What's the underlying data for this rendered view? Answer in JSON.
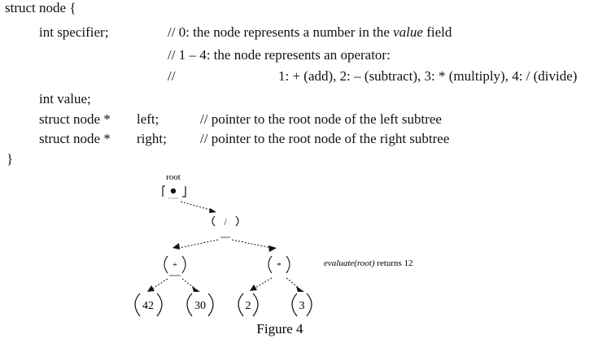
{
  "code": {
    "line_struct_open": "struct node {",
    "specifier_decl": "int   specifier;",
    "comment_1_prefix": "// 0:  the node represents a number in the ",
    "comment_1_italic": "value",
    "comment_1_suffix": " field",
    "comment_2": "// 1  –  4:  the node represents an operator:",
    "comment_3_slashes": "//",
    "comment_3_ops": "1: + (add), 2:  –  (subtract), 3: * (multiply), 4: / (divide)",
    "value_decl": "int   value;",
    "left_type": "struct node *",
    "left_name": "left;",
    "left_comment": "// pointer to the root node of the left subtree",
    "right_type": "struct node *",
    "right_name": "right;",
    "right_comment": "// pointer to the root node of the right subtree",
    "close_brace": "}"
  },
  "tree": {
    "root_label": "root",
    "nodes": {
      "divide": "/",
      "add": "+",
      "multiply": "*",
      "leaf_42": "42",
      "leaf_30": "30",
      "leaf_2": "2",
      "leaf_3": "3"
    },
    "note_italic": "evaluate(root)",
    "note_rest": " returns 12",
    "caption": "Figure 4"
  }
}
